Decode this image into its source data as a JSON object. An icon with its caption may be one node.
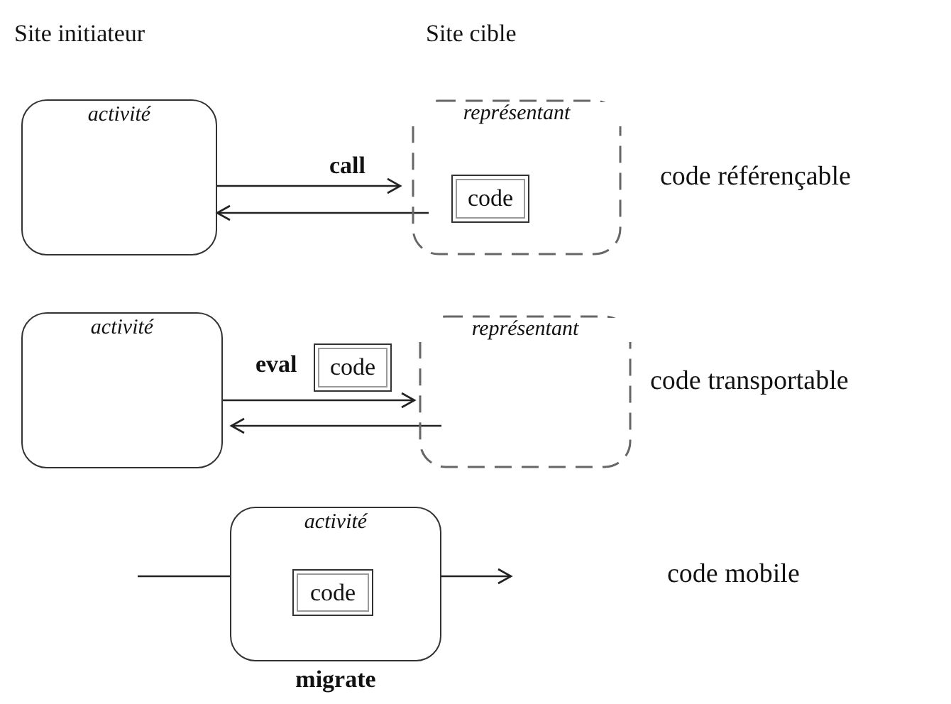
{
  "diagram": {
    "nodes": [
      {
        "text": [
          "activité"
        ]
      },
      {
        "text": [
          "représentant"
        ]
      },
      {
        "text": [
          "code"
        ],
        "in": 1
      },
      {
        "text": [
          "activité"
        ]
      },
      {
        "text": [
          "code"
        ]
      },
      {
        "text": [
          "représentant"
        ]
      },
      {
        "text": [
          "activité"
        ],
        "beside": [
          "migrate"
        ]
      },
      {
        "text": [
          "code"
        ],
        "in": 6
      }
    ],
    "edges": [
      {
        "from": 0,
        "to": 1,
        "arrow": "to",
        "label": "call"
      },
      {
        "from": 1,
        "to": 0,
        "arrow": "to"
      },
      {
        "from": 3,
        "to": 5,
        "arrow": "to",
        "label": "eval"
      },
      {
        "from": 5,
        "to": 3,
        "arrow": "to"
      },
      {
        "from": null,
        "to": 6,
        "arrow": "none"
      },
      {
        "from": 6,
        "to": null,
        "arrow": "to"
      }
    ],
    "labels": [
      "Site initiateur",
      "Site cible",
      "code référençable",
      "code transportable",
      "code mobile"
    ]
  }
}
